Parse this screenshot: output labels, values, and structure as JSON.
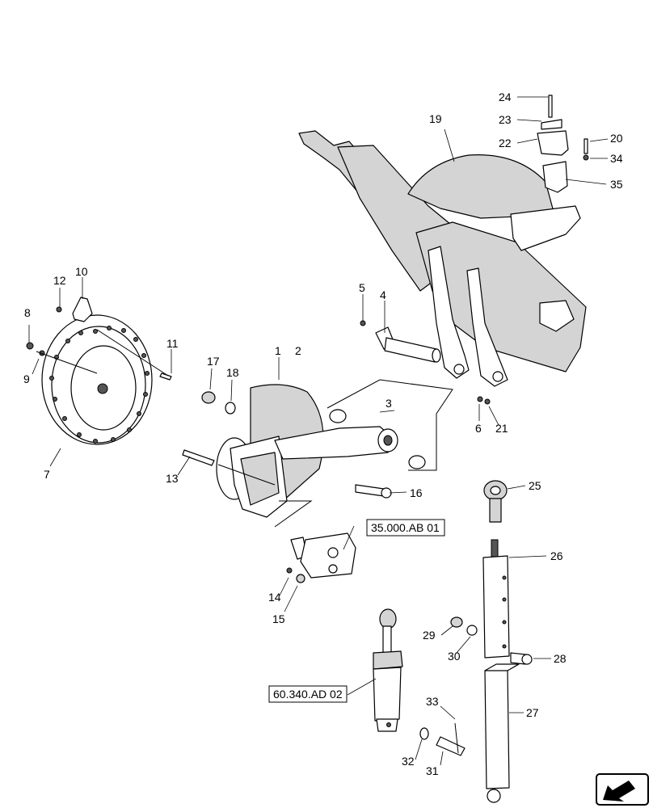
{
  "callouts": [
    "1",
    "2",
    "3",
    "4",
    "5",
    "6",
    "7",
    "8",
    "9",
    "10",
    "11",
    "12",
    "13",
    "14",
    "15",
    "16",
    "17",
    "18",
    "19",
    "20",
    "21",
    "22",
    "23",
    "24",
    "25",
    "26",
    "27",
    "28",
    "29",
    "30",
    "31",
    "32",
    "33",
    "34",
    "35"
  ],
  "references": [
    "35.000.AB 01",
    "60.340.AD 02"
  ],
  "nav_icon": "arrow-navigation-icon"
}
